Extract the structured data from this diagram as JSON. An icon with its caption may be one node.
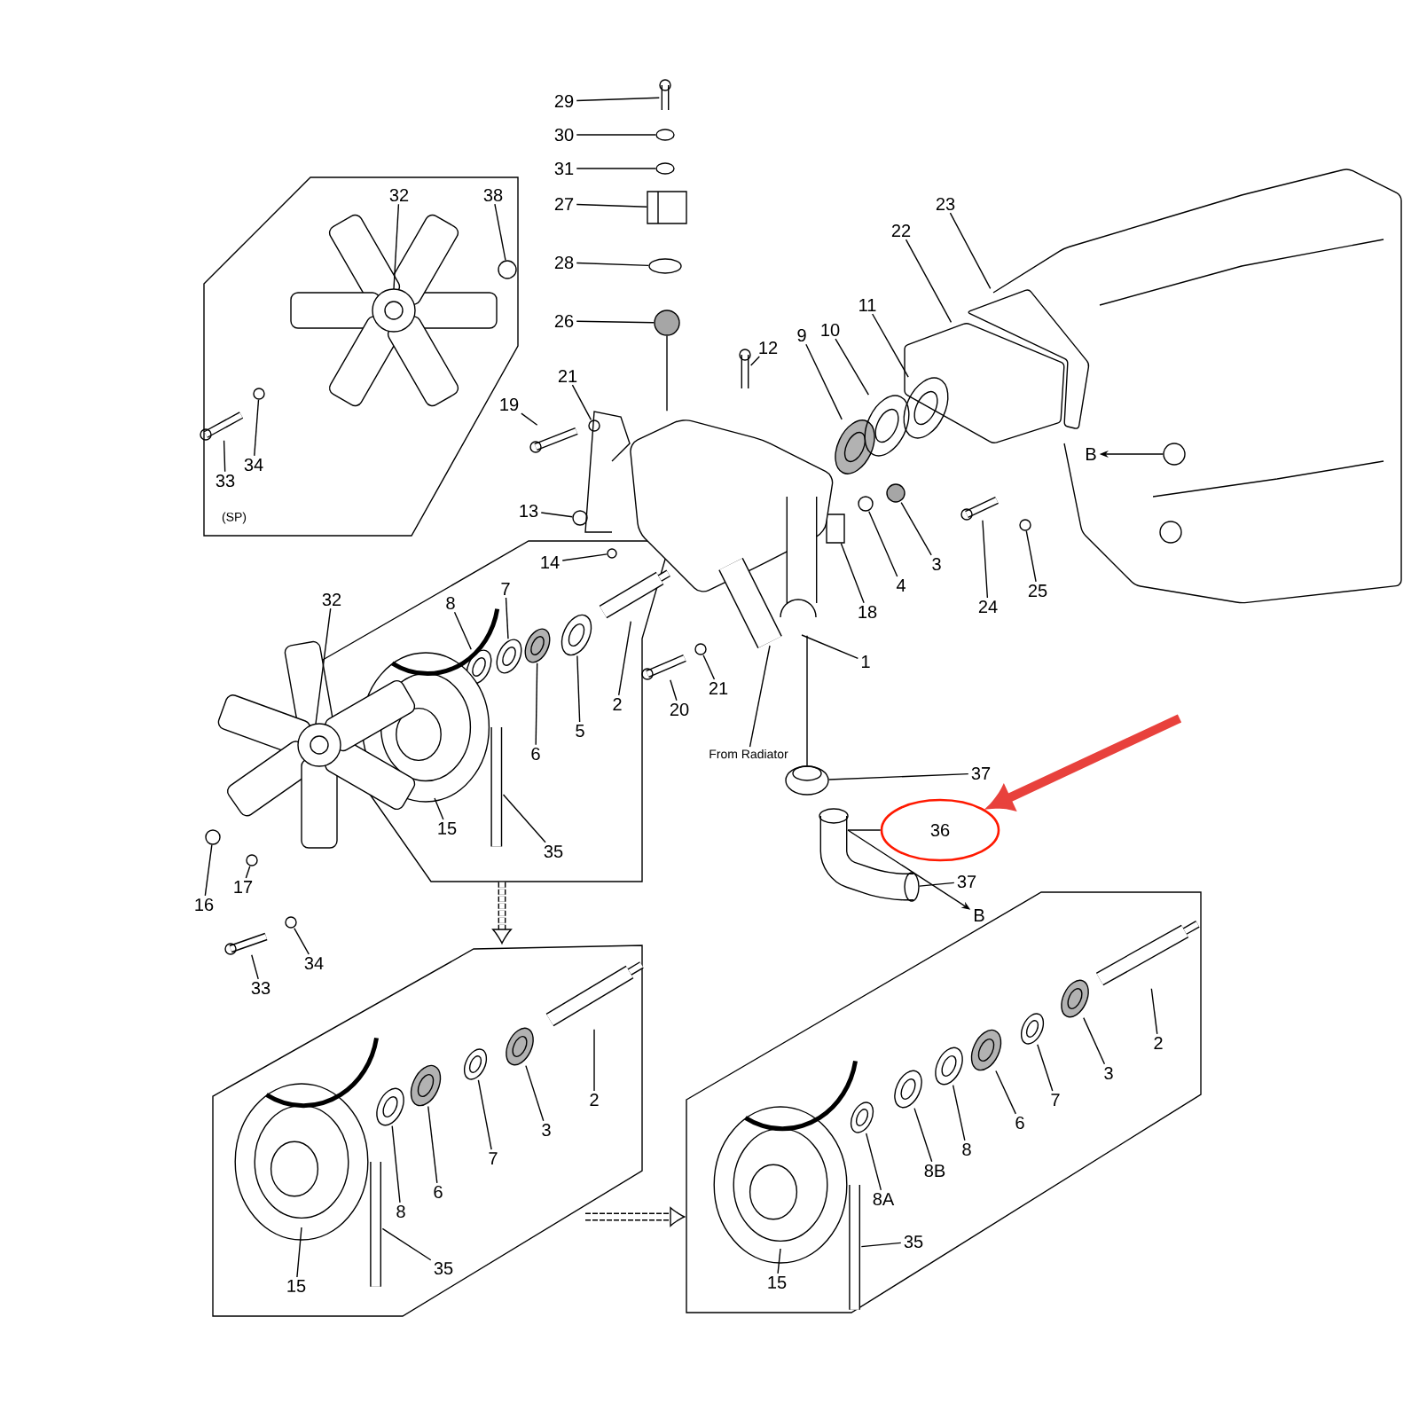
{
  "diagram": {
    "nodes": [
      {
        "text": [],
        "shape": "box"
      },
      {
        "text": [
          "32"
        ],
        "in": 0
      },
      {
        "text": [
          "38"
        ],
        "in": 0
      },
      {
        "text": [
          "33"
        ],
        "in": 0
      },
      {
        "text": [
          "34"
        ],
        "in": 0
      },
      {
        "text": [
          "29"
        ]
      },
      {
        "text": [
          "30"
        ]
      },
      {
        "text": [
          "31"
        ]
      },
      {
        "text": [
          "27"
        ]
      },
      {
        "text": [
          "28"
        ]
      },
      {
        "text": [
          "26"
        ]
      },
      {
        "text": [
          "21"
        ]
      },
      {
        "text": [
          "19"
        ]
      },
      {
        "text": [
          "13"
        ]
      },
      {
        "text": [
          "12"
        ]
      },
      {
        "text": [
          "9"
        ]
      },
      {
        "text": [
          "10"
        ]
      },
      {
        "text": [
          "11"
        ]
      },
      {
        "text": [
          "22"
        ]
      },
      {
        "text": [
          "23"
        ]
      },
      {
        "text": [
          "B"
        ]
      },
      {
        "text": [],
        "shape": "box"
      },
      {
        "text": [
          "14"
        ],
        "in": 21
      },
      {
        "text": [
          "7"
        ],
        "in": 21
      },
      {
        "text": [
          "8"
        ],
        "in": 21
      },
      {
        "text": [
          "2"
        ],
        "in": 21
      },
      {
        "text": [
          "5"
        ],
        "in": 21
      },
      {
        "text": [
          "6"
        ],
        "in": 21
      },
      {
        "text": [
          "15"
        ],
        "in": 21
      },
      {
        "text": [
          "35"
        ],
        "in": 21
      },
      {
        "text": [
          "32"
        ]
      },
      {
        "text": [
          "16"
        ]
      },
      {
        "text": [
          "17"
        ]
      },
      {
        "text": [
          "33"
        ]
      },
      {
        "text": [
          "34"
        ]
      },
      {
        "text": [
          "3"
        ]
      },
      {
        "text": [
          "4"
        ]
      },
      {
        "text": [
          "18"
        ]
      },
      {
        "text": [
          "1"
        ]
      },
      {
        "text": [
          "24"
        ]
      },
      {
        "text": [
          "25"
        ]
      },
      {
        "text": [
          "20"
        ]
      },
      {
        "text": [
          "21"
        ]
      },
      {
        "text": [
          "37"
        ]
      },
      {
        "text": [
          "36"
        ]
      },
      {
        "text": [
          "37"
        ]
      },
      {
        "text": [
          "B"
        ]
      },
      {
        "text": [],
        "shape": "box"
      },
      {
        "text": [
          "2"
        ],
        "in": 47
      },
      {
        "text": [
          "3"
        ],
        "in": 47
      },
      {
        "text": [
          "7"
        ],
        "in": 47
      },
      {
        "text": [
          "6"
        ],
        "in": 47
      },
      {
        "text": [
          "8"
        ],
        "in": 47
      },
      {
        "text": [
          "15"
        ],
        "in": 47
      },
      {
        "text": [
          "35"
        ],
        "in": 47
      },
      {
        "text": [],
        "shape": "box"
      },
      {
        "text": [
          "2"
        ],
        "in": 55
      },
      {
        "text": [
          "3"
        ],
        "in": 55
      },
      {
        "text": [
          "7"
        ],
        "in": 55
      },
      {
        "text": [
          "6"
        ],
        "in": 55
      },
      {
        "text": [
          "8"
        ],
        "in": 55
      },
      {
        "text": [
          "8B"
        ],
        "in": 55
      },
      {
        "text": [
          "8A"
        ],
        "in": 55
      },
      {
        "text": [
          "15"
        ],
        "in": 55
      },
      {
        "text": [
          "35"
        ],
        "in": 55
      },
      {
        "text": [
          "From Radiator"
        ]
      },
      {
        "text": [],
        "shape": "picture",
        "in": 0
      },
      {
        "text": [],
        "shape": "circle",
        "in": 0
      },
      {
        "text": [],
        "shape": "picture",
        "in": 0
      },
      {
        "text": [],
        "shape": "circle",
        "in": 0
      },
      {
        "text": [],
        "shape": "picture"
      },
      {
        "text": [],
        "shape": "circle"
      },
      {
        "text": [],
        "shape": "circle"
      },
      {
        "text": [],
        "shape": "picture"
      },
      {
        "text": [],
        "shape": "circle"
      },
      {
        "text": [],
        "shape": "circle"
      },
      {
        "text": [],
        "shape": "circle"
      },
      {
        "text": [],
        "shape": "picture"
      },
      {
        "text": [],
        "shape": "circle"
      },
      {
        "text": [],
        "shape": "picture"
      },
      {
        "text": [],
        "shape": "picture"
      },
      {
        "text": [],
        "shape": "picture"
      },
      {
        "text": [],
        "shape": "picture"
      },
      {
        "text": [],
        "shape": "picture"
      },
      {
        "text": [],
        "shape": "picture"
      },
      {
        "text": [],
        "shape": "circle"
      },
      {
        "text": [],
        "shape": "circle",
        "in": 21
      },
      {
        "text": [],
        "shape": "picture",
        "in": 21
      },
      {
        "text": [],
        "shape": "picture",
        "in": 21
      },
      {
        "text": [],
        "shape": "picture",
        "in": 21
      },
      {
        "text": [],
        "shape": "picture",
        "in": 21
      },
      {
        "text": [],
        "shape": "picture",
        "in": 21
      },
      {
        "text": [],
        "shape": "picture",
        "in": 21
      },
      {
        "text": [],
        "shape": "picture",
        "in": 21
      },
      {
        "text": [],
        "shape": "picture"
      },
      {
        "text": [],
        "shape": "circle"
      },
      {
        "text": [],
        "shape": "circle"
      },
      {
        "text": [],
        "shape": "picture"
      },
      {
        "text": [],
        "shape": "circle"
      },
      {
        "text": [],
        "shape": "circle"
      },
      {
        "text": [],
        "shape": "circle"
      },
      {
        "text": [],
        "shape": "box"
      },
      {
        "text": [],
        "shape": "picture"
      },
      {
        "text": [],
        "shape": "picture"
      },
      {
        "text": [],
        "shape": "circle"
      },
      {
        "text": [],
        "shape": "picture"
      },
      {
        "text": [],
        "shape": "circle"
      },
      {
        "text": [],
        "shape": "picture"
      },
      {
        "text": [],
        "shape": "picture"
      },
      {
        "text": [],
        "shape": "circle"
      },
      {
        "text": [],
        "shape": "picture",
        "in": 47
      },
      {
        "text": [],
        "shape": "picture",
        "in": 47
      },
      {
        "text": [],
        "shape": "picture",
        "in": 47
      },
      {
        "text": [],
        "shape": "picture",
        "in": 47
      },
      {
        "text": [],
        "shape": "picture",
        "in": 47
      },
      {
        "text": [],
        "shape": "picture",
        "in": 47
      },
      {
        "text": [],
        "shape": "picture",
        "in": 47
      },
      {
        "text": [],
        "shape": "picture",
        "in": 55
      },
      {
        "text": [],
        "shape": "picture",
        "in": 55
      },
      {
        "text": [],
        "shape": "picture",
        "in": 55
      },
      {
        "text": [],
        "shape": "picture",
        "in": 55
      },
      {
        "text": [],
        "shape": "picture",
        "in": 55
      },
      {
        "text": [],
        "shape": "picture",
        "in": 55
      },
      {
        "text": [],
        "shape": "picture",
        "in": 55
      },
      {
        "text": [],
        "shape": "picture",
        "in": 55
      },
      {
        "text": [],
        "shape": "picture",
        "in": 55
      },
      {
        "text": [],
        "shape": "picture"
      }
    ],
    "edges": [
      {
        "from": 1,
        "to": 66,
        "arrow": "none"
      },
      {
        "from": 2,
        "to": 67,
        "arrow": "none"
      },
      {
        "from": 3,
        "to": 68,
        "arrow": "none"
      },
      {
        "from": 4,
        "to": 69,
        "arrow": "none"
      },
      {
        "from": 5,
        "to": 70,
        "arrow": "none"
      },
      {
        "from": 6,
        "to": 71,
        "arrow": "none"
      },
      {
        "from": 7,
        "to": 72,
        "arrow": "none"
      },
      {
        "from": 8,
        "to": 73,
        "arrow": "none"
      },
      {
        "from": 9,
        "to": 74,
        "arrow": "none"
      },
      {
        "from": 10,
        "to": 75,
        "arrow": "none"
      },
      {
        "from": 11,
        "to": 76,
        "arrow": "none"
      },
      {
        "from": 12,
        "to": 77,
        "arrow": "none"
      },
      {
        "from": 13,
        "to": 78,
        "arrow": "none"
      },
      {
        "from": 14,
        "to": 79,
        "arrow": "none"
      },
      {
        "from": 15,
        "to": 80,
        "arrow": "none"
      },
      {
        "from": 16,
        "to": 81,
        "arrow": "none"
      },
      {
        "from": 17,
        "to": 82,
        "arrow": "none"
      },
      {
        "from": 18,
        "to": 83,
        "arrow": "none"
      },
      {
        "from": 19,
        "to": 84,
        "arrow": "none"
      },
      {
        "from": 85,
        "to": 20,
        "arrow": "to"
      },
      {
        "from": 22,
        "to": 86,
        "arrow": "none"
      },
      {
        "from": 23,
        "to": 87,
        "arrow": "none"
      },
      {
        "from": 24,
        "to": 88,
        "arrow": "none"
      },
      {
        "from": 25,
        "to": 89,
        "arrow": "none"
      },
      {
        "from": 26,
        "to": 90,
        "arrow": "none"
      },
      {
        "from": 27,
        "to": 91,
        "arrow": "none"
      },
      {
        "from": 28,
        "to": 92,
        "arrow": "none"
      },
      {
        "from": 29,
        "to": 93,
        "arrow": "none"
      },
      {
        "from": 30,
        "to": 94,
        "arrow": "none"
      },
      {
        "from": 31,
        "to": 95,
        "arrow": "none"
      },
      {
        "from": 32,
        "to": 96,
        "arrow": "none"
      },
      {
        "from": 33,
        "to": 97,
        "arrow": "none"
      },
      {
        "from": 34,
        "to": 98,
        "arrow": "none"
      },
      {
        "from": 35,
        "to": 99,
        "arrow": "none"
      },
      {
        "from": 36,
        "to": 100,
        "arrow": "none"
      },
      {
        "from": 37,
        "to": 101,
        "arrow": "none"
      },
      {
        "from": 38,
        "to": 102,
        "arrow": "none"
      },
      {
        "from": 39,
        "to": 103,
        "arrow": "none"
      },
      {
        "from": 40,
        "to": 104,
        "arrow": "none"
      },
      {
        "from": 41,
        "to": 105,
        "arrow": "none"
      },
      {
        "from": 42,
        "to": 106,
        "arrow": "none"
      },
      {
        "from": 43,
        "to": 107,
        "arrow": "none"
      },
      {
        "from": 44,
        "to": 108,
        "arrow": "none"
      },
      {
        "from": null,
        "to": 44,
        "arrow": "to",
        "style": "thick",
        "color": "#e8413c"
      },
      {
        "from": 45,
        "to": 109,
        "arrow": "none"
      },
      {
        "from": 108,
        "to": 46,
        "arrow": "to"
      },
      {
        "from": 48,
        "to": 110,
        "arrow": "none"
      },
      {
        "from": 49,
        "to": 111,
        "arrow": "none"
      },
      {
        "from": 50,
        "to": 112,
        "arrow": "none"
      },
      {
        "from": 51,
        "to": 113,
        "arrow": "none"
      },
      {
        "from": 52,
        "to": 114,
        "arrow": "none"
      },
      {
        "from": 53,
        "to": 115,
        "arrow": "none"
      },
      {
        "from": 54,
        "to": 116,
        "arrow": "none"
      },
      {
        "from": 56,
        "to": 117,
        "arrow": "none"
      },
      {
        "from": 57,
        "to": 118,
        "arrow": "none"
      },
      {
        "from": 58,
        "to": 119,
        "arrow": "none"
      },
      {
        "from": 59,
        "to": 120,
        "arrow": "none"
      },
      {
        "from": 60,
        "to": 121,
        "arrow": "none"
      },
      {
        "from": 61,
        "to": 122,
        "arrow": "none"
      },
      {
        "from": 62,
        "to": 123,
        "arrow": "none"
      },
      {
        "from": 63,
        "to": 124,
        "arrow": "none"
      },
      {
        "from": 64,
        "to": 125,
        "arrow": "none"
      },
      {
        "from": 65,
        "to": 126,
        "arrow": "none"
      },
      {
        "from": 75,
        "to": 102,
        "arrow": "none"
      },
      {
        "from": 102,
        "to": 107,
        "arrow": "none"
      },
      {
        "from": 21,
        "to": 47,
        "arrow": "to",
        "style": "dashed"
      },
      {
        "from": 47,
        "to": 55,
        "arrow": "to",
        "style": "dashed"
      }
    ],
    "labels": [
      "(SP)"
    ]
  }
}
